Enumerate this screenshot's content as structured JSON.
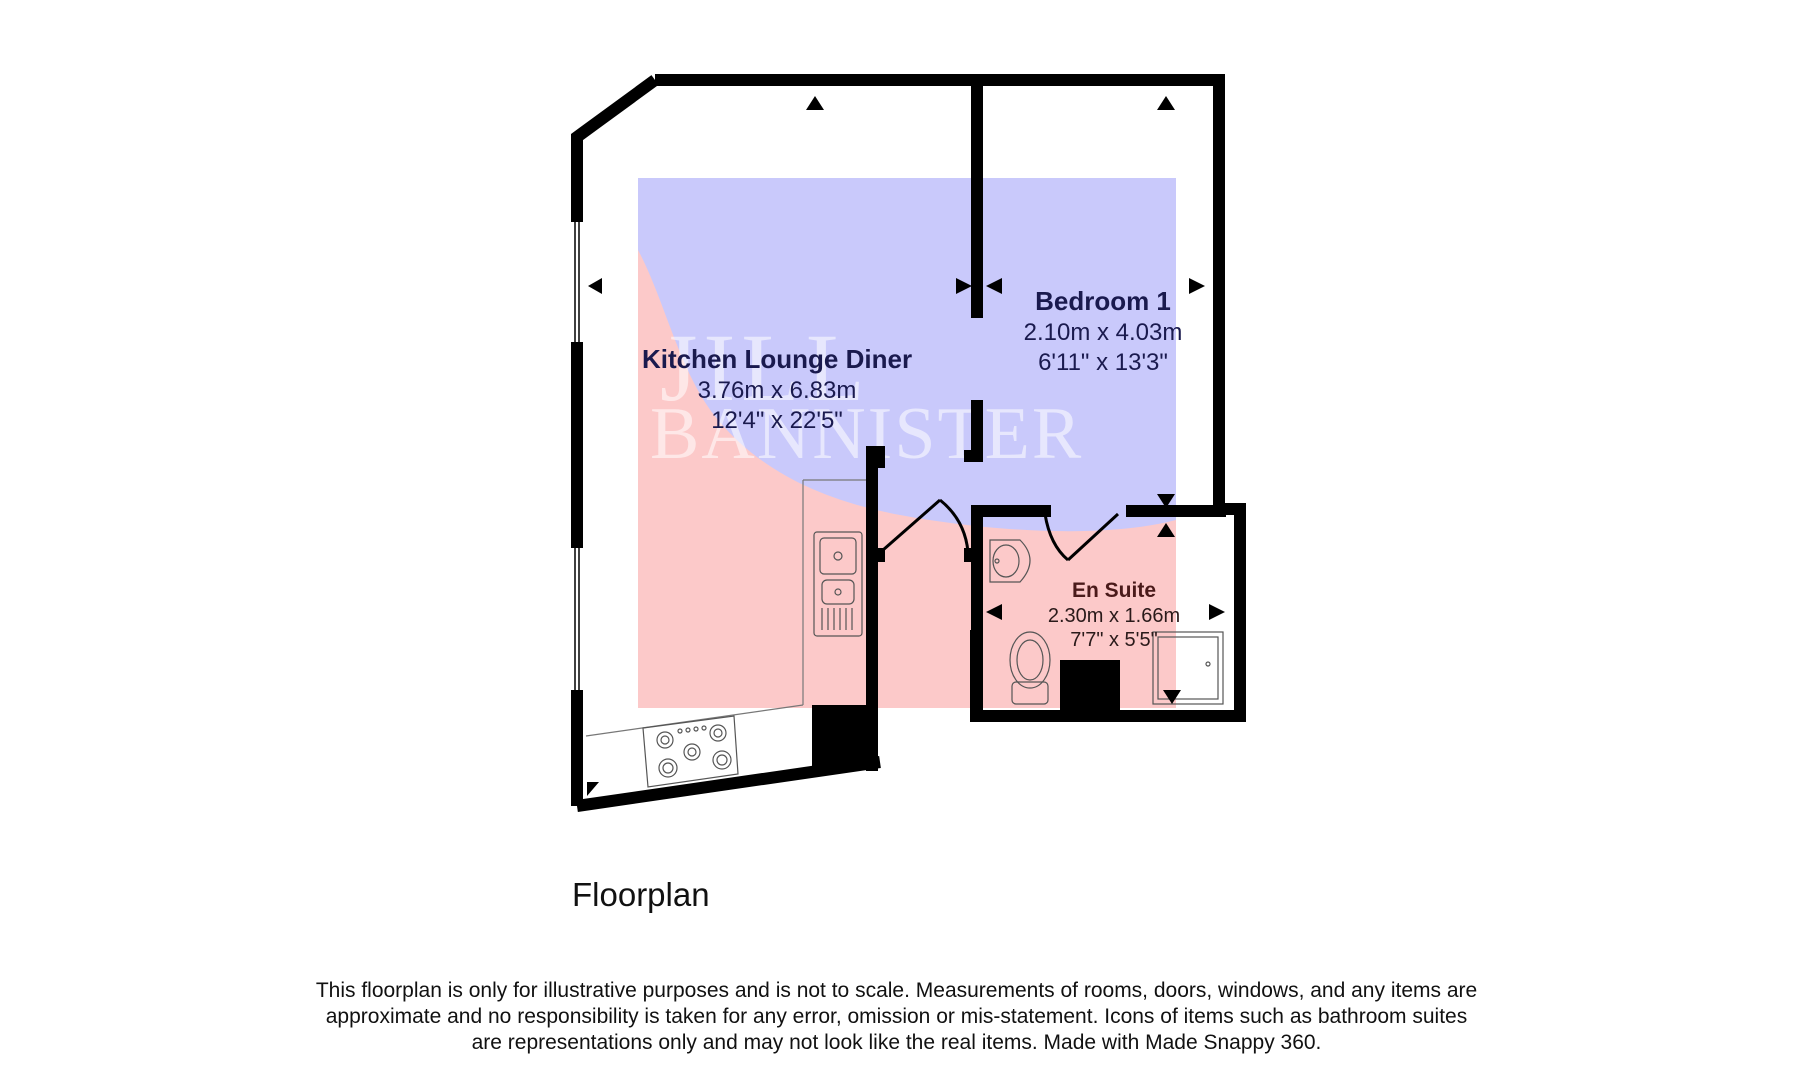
{
  "watermark": {
    "line1": "JILL",
    "line2": "BANNISTER"
  },
  "rooms": [
    {
      "name": "Kitchen Lounge Diner",
      "metric": "3.76m x 6.83m",
      "imperial": "12'4\" x 22'5\""
    },
    {
      "name": "Bedroom 1",
      "metric": "2.10m x 4.03m",
      "imperial": "6'11\" x 13'3\""
    },
    {
      "name": "En Suite",
      "metric": "2.30m x 1.66m",
      "imperial": "7'7\" x 5'5\""
    }
  ],
  "plan_title": "Floorplan",
  "disclaimer": {
    "line1": "This floorplan is only for illustrative purposes and is not to scale. Measurements of rooms, doors, windows, and any items are",
    "line2": "approximate and no responsibility is taken for any error, omission or mis-statement. Icons of items such as bathroom suites",
    "line3": "are representations only and may not look like the real items. Made with Made Snappy 360."
  },
  "colors": {
    "wall": "#000000",
    "watermark_blue": "#c9c9fb",
    "watermark_pink": "#fcc9c9",
    "room_text": "#1a1a4e"
  }
}
